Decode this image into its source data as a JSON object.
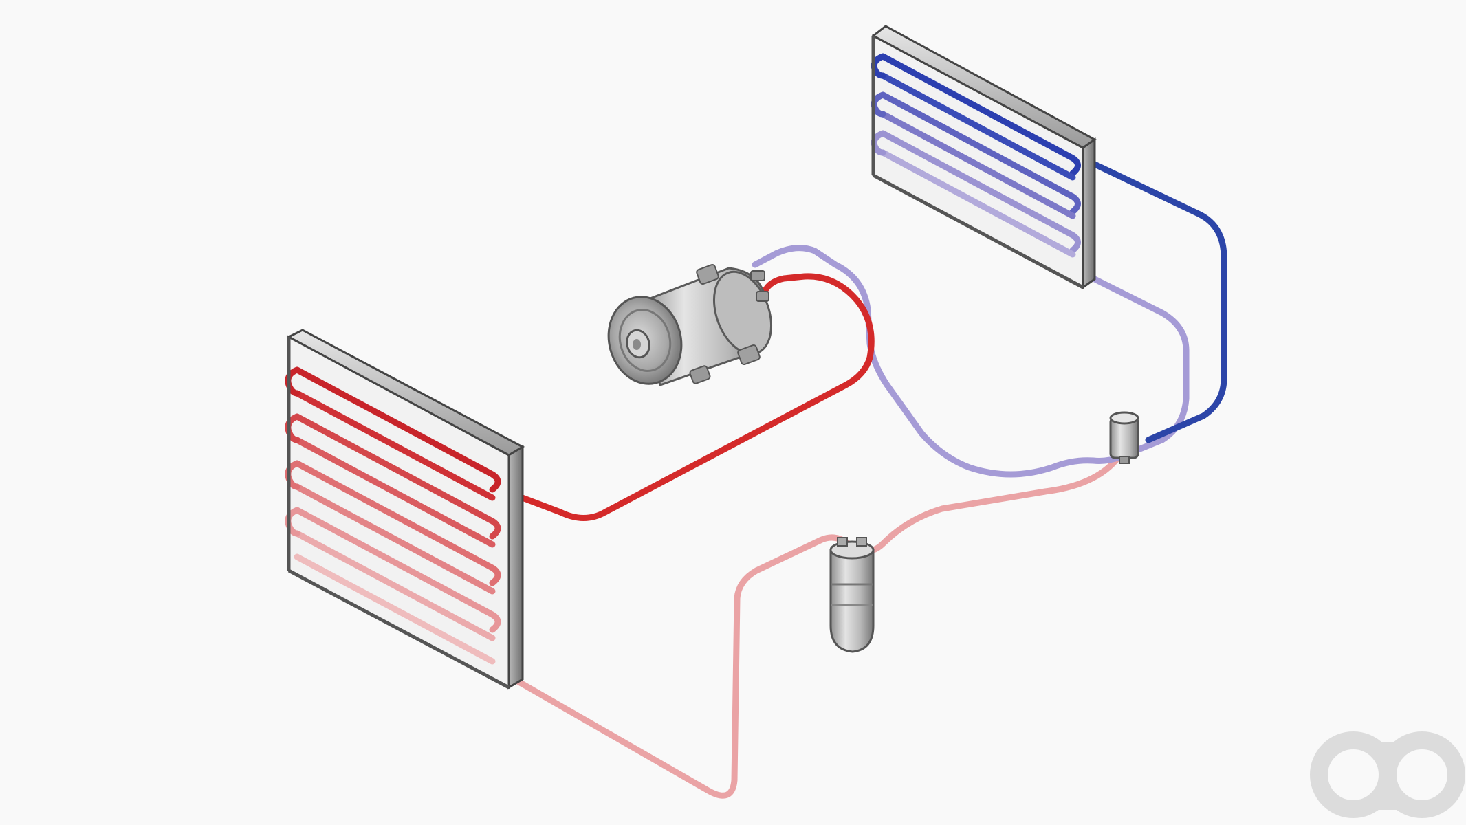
{
  "diagram": {
    "subject": "refrigerant-cycle",
    "components": [
      {
        "id": "condenser",
        "icon": "condenser-icon"
      },
      {
        "id": "compressor",
        "icon": "compressor-icon"
      },
      {
        "id": "evaporator",
        "icon": "evaporator-icon"
      },
      {
        "id": "expansion-valve",
        "icon": "expansion-valve-icon"
      },
      {
        "id": "receiver-drier",
        "icon": "receiver-drier-icon"
      }
    ],
    "lines": [
      {
        "id": "discharge-line",
        "color": "#d42a2a"
      },
      {
        "id": "liquid-line",
        "color": "#eaa3a5"
      },
      {
        "id": "suction-line",
        "color": "#a59bd6"
      },
      {
        "id": "evaporator-inlet-line",
        "color": "#2c45a8"
      }
    ]
  },
  "logo": {
    "icon": "ao-logo-icon",
    "color": "#dcdcdc"
  }
}
